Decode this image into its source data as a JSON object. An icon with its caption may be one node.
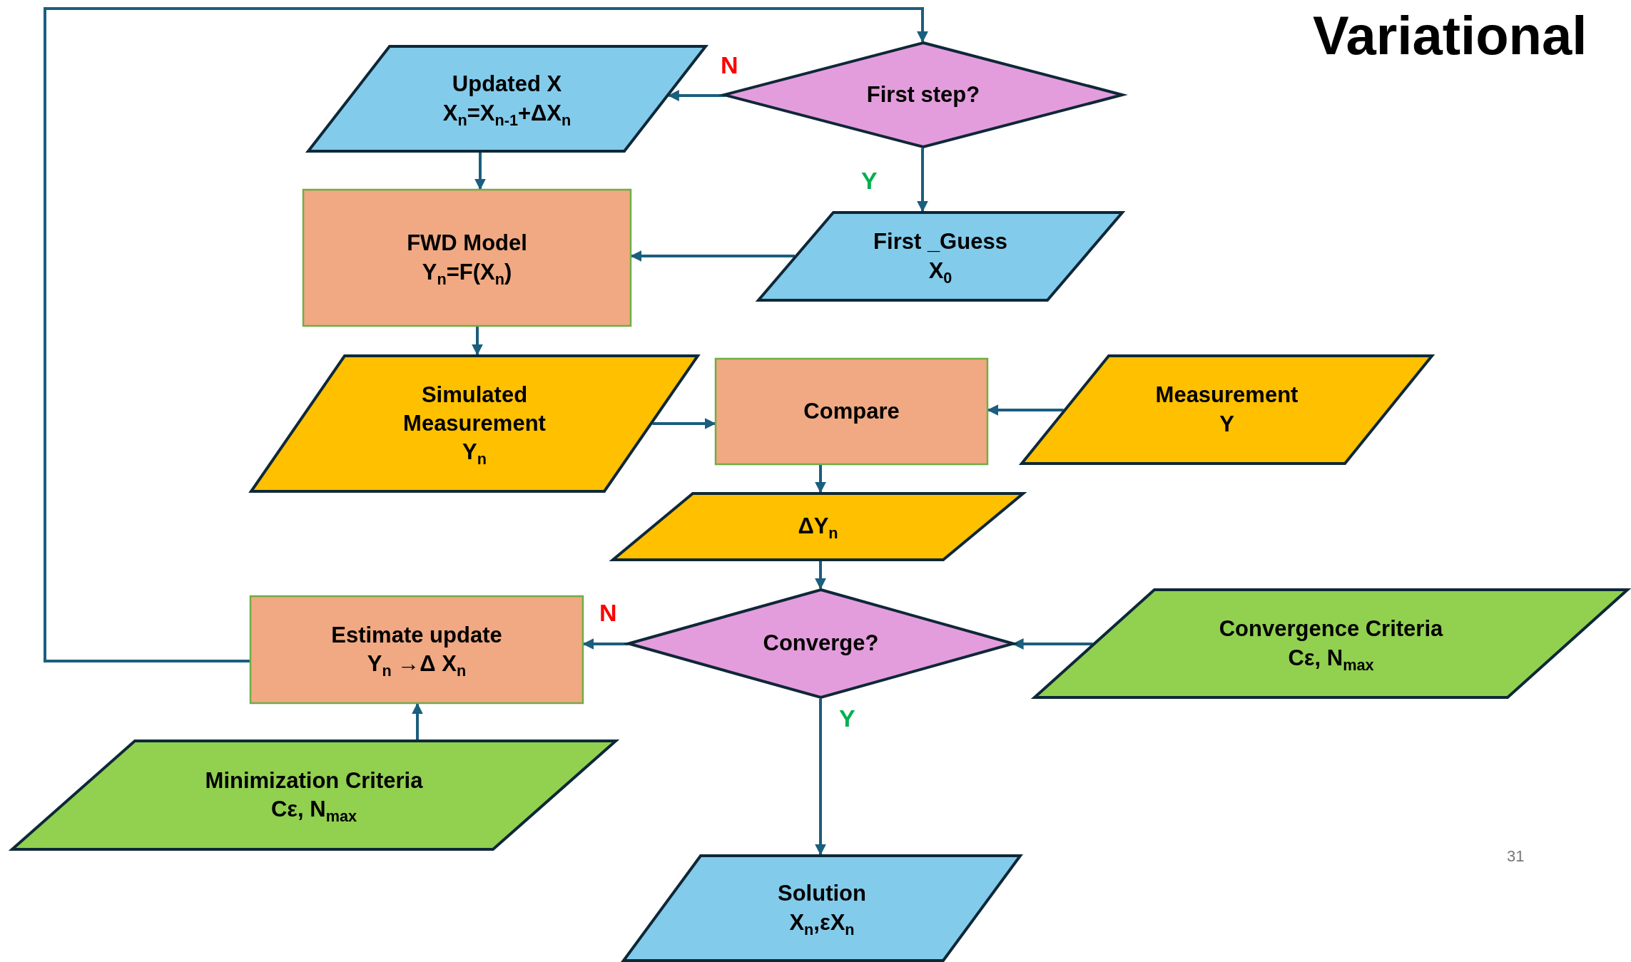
{
  "diagram": {
    "title": "Variational",
    "nodes": [
      {
        "text": [
          "Updated X",
          "X$_{n}$=X$_{n-1}$+ΔX$_{n}$"
        ]
      },
      {
        "text": [
          "First step?"
        ]
      },
      {
        "text": [
          "FWD Model",
          "Y$_{n}$=F(X$_{n}$)"
        ]
      },
      {
        "text": [
          "First _Guess",
          "X$_{0}$"
        ]
      },
      {
        "text": [
          "Simulated Measurement",
          "Y$_{n}$"
        ]
      },
      {
        "text": [
          "Compare"
        ]
      },
      {
        "text": [
          "Measurement",
          "Y"
        ]
      },
      {
        "text": [
          "ΔY$_{n}$"
        ]
      },
      {
        "text": [
          "Converge?"
        ]
      },
      {
        "text": [
          "Estimate update",
          "Y$_{n}$ →Δ X$_{n}$"
        ]
      },
      {
        "text": [
          "Convergence Criteria",
          "Cε, N$_{max}$"
        ]
      },
      {
        "text": [
          "Minimization Criteria",
          "Cε, N$_{max}$"
        ]
      },
      {
        "text": [
          "Solution",
          "X$_{n}$,εX$_{n}$"
        ]
      }
    ],
    "edges": [
      {
        "from": 1,
        "to": 0,
        "arrow": "to",
        "label": "N"
      },
      {
        "from": 0,
        "to": 2,
        "arrow": "to"
      },
      {
        "from": 1,
        "to": 3,
        "arrow": "to",
        "label": "Y"
      },
      {
        "from": 3,
        "to": 2,
        "arrow": "to"
      },
      {
        "from": 2,
        "to": 4,
        "arrow": "to"
      },
      {
        "from": 4,
        "to": 5,
        "arrow": "to"
      },
      {
        "from": 6,
        "to": 5,
        "arrow": "to"
      },
      {
        "from": 5,
        "to": 7,
        "arrow": "to"
      },
      {
        "from": 7,
        "to": 8,
        "arrow": "to"
      },
      {
        "from": 8,
        "to": 9,
        "arrow": "to",
        "label": "N"
      },
      {
        "from": 10,
        "to": 8,
        "arrow": "to"
      },
      {
        "from": 11,
        "to": 9,
        "arrow": "to"
      },
      {
        "from": 8,
        "to": 12,
        "arrow": "to",
        "label": "Y"
      },
      {
        "from": 9,
        "to": 1,
        "arrow": "to"
      }
    ],
    "labels": [
      "31"
    ]
  }
}
